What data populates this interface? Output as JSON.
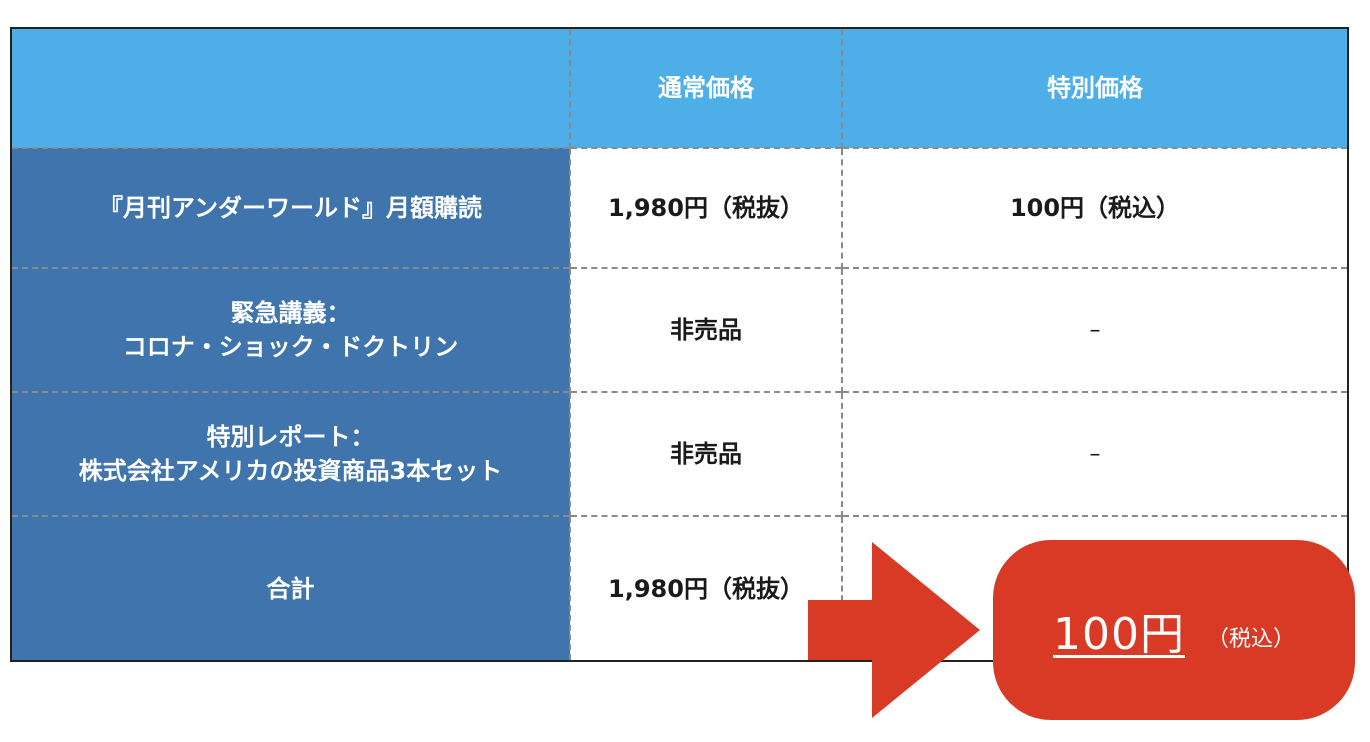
{
  "table": {
    "header": {
      "empty": "",
      "normal_price": "通常価格",
      "special_price": "特別価格"
    },
    "rows": [
      {
        "label_lines": [
          "『月刊アンダーワールド』月額購読"
        ],
        "normal": "1,980円（税抜）",
        "special": "100円（税込）"
      },
      {
        "label_lines": [
          "緊急講義：",
          "コロナ・ショック・ドクトリン"
        ],
        "normal": "非売品",
        "special": "–"
      },
      {
        "label_lines": [
          "特別レポート：",
          "株式会社アメリカの投資商品3本セット"
        ],
        "normal": "非売品",
        "special": "–"
      }
    ],
    "total": {
      "label": "合計",
      "normal": "1,980円（税抜）"
    }
  },
  "callout": {
    "price": "100円",
    "tax_note": "（税込）"
  },
  "colors": {
    "header_bg": "#4daee8",
    "label_bg": "#3f74ad",
    "accent_red": "#d93a25"
  }
}
